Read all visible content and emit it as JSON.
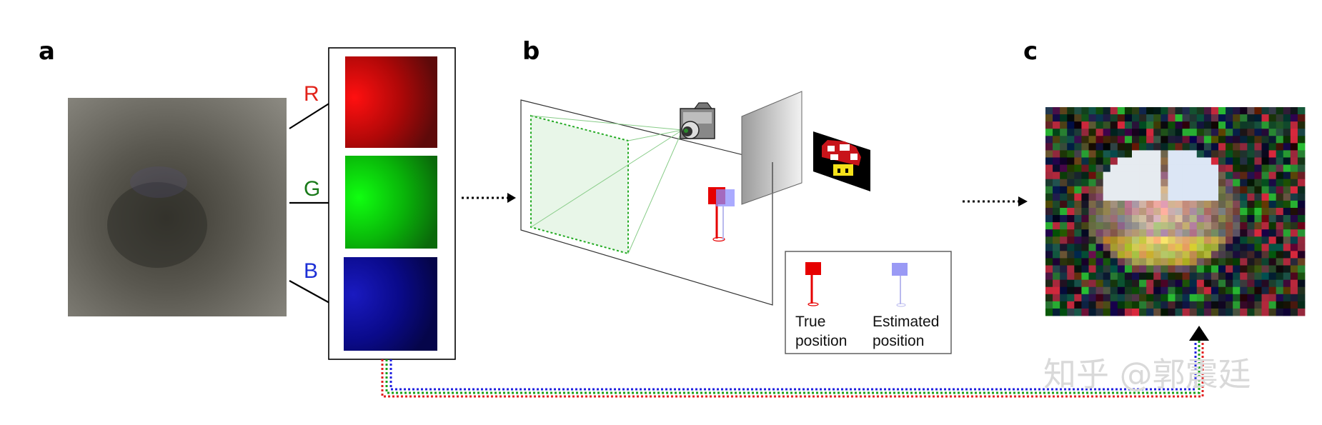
{
  "panels": {
    "a": "a",
    "b": "b",
    "c": "c"
  },
  "channels": {
    "red": {
      "label": "R",
      "color": "#e2231a"
    },
    "green": {
      "label": "G",
      "color": "#1a7a1a"
    },
    "blue": {
      "label": "B",
      "color": "#1c2fd6"
    }
  },
  "legend": {
    "true_position": {
      "line1": "True",
      "line2": "position",
      "color": "#e60000"
    },
    "estimated_position": {
      "line1": "Estimated",
      "line2": "position",
      "color": "#9a9af5"
    }
  },
  "watermark": "知乎 @郭震廷",
  "colors": {
    "red_path": "#e22020",
    "green_path": "#1aa01a",
    "blue_path": "#2020e0",
    "fov_green": "#22aa22"
  }
}
